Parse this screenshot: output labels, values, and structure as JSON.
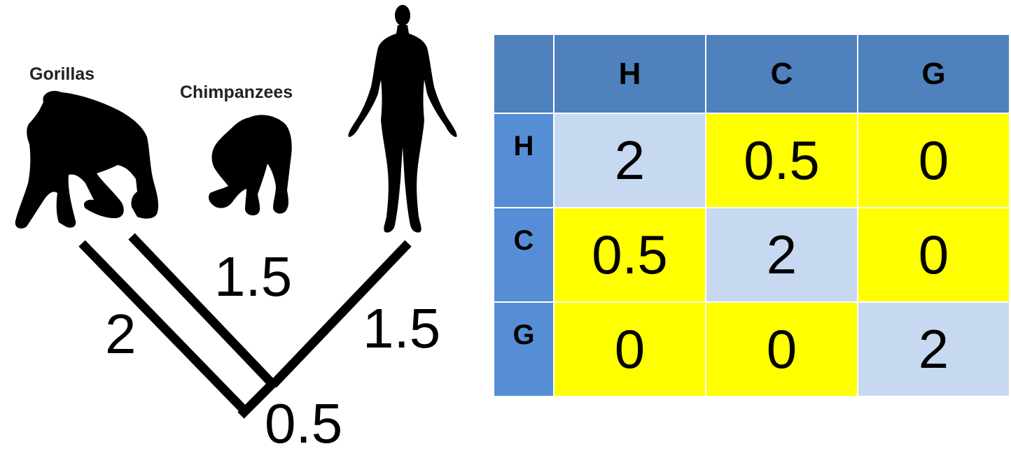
{
  "tree": {
    "species": [
      {
        "label": "Gorillas",
        "silhouette": "gorilla-silhouette"
      },
      {
        "label": "Chimpanzees",
        "silhouette": "chimpanzee-silhouette"
      },
      {
        "label": "",
        "silhouette": "human-silhouette"
      }
    ],
    "branch_labels": {
      "gorilla_branch": "2",
      "chimp_branch": "1.5",
      "human_branch": "1.5",
      "internal_branch": "0.5"
    }
  },
  "matrix": {
    "corner": "",
    "col_headers": [
      "H",
      "C",
      "G"
    ],
    "rows": [
      {
        "header": "H",
        "values": [
          "2",
          "0.5",
          "0"
        ]
      },
      {
        "header": "C",
        "values": [
          "0.5",
          "2",
          "0"
        ]
      },
      {
        "header": "G",
        "values": [
          "0",
          "0",
          "2"
        ]
      }
    ],
    "colors": {
      "header": "#4f81bd",
      "row_header": "#558ed5",
      "diagonal": "#c6d9f1",
      "off_diagonal": "#ffff00"
    }
  }
}
